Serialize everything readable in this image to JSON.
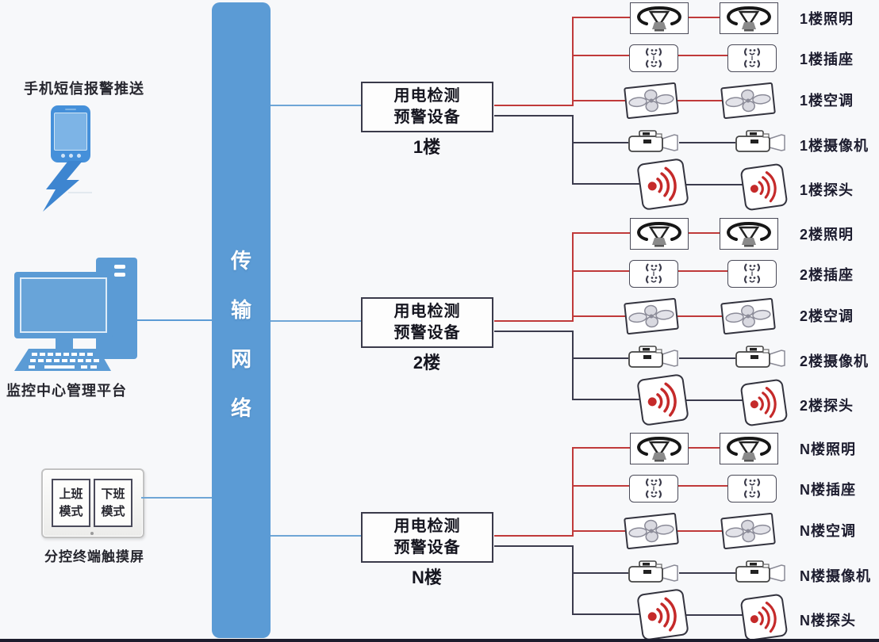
{
  "left_panel": {
    "phone_label": "手机短信报警推送",
    "computer_label": "监控中心管理平台",
    "touchscreen_label": "分控终端触摸屏",
    "touch_button_1": "上班\n模式",
    "touch_button_2": "下班\n模式"
  },
  "trunk": {
    "label": "传输网络",
    "label_chars": [
      "传",
      "输",
      "网",
      "络"
    ]
  },
  "floors": [
    {
      "box_line1": "用电检测",
      "box_line2": "预警设备",
      "floor_label": "1楼",
      "rows": [
        {
          "label": "1楼照明",
          "icon": "ceiling-light-icon"
        },
        {
          "label": "1楼插座",
          "icon": "socket-icon"
        },
        {
          "label": "1楼空调",
          "icon": "air-conditioner-fan-icon"
        },
        {
          "label": "1楼摄像机",
          "icon": "camera-icon"
        },
        {
          "label": "1楼探头",
          "icon": "detector-icon"
        }
      ]
    },
    {
      "box_line1": "用电检测",
      "box_line2": "预警设备",
      "floor_label": "2楼",
      "rows": [
        {
          "label": "2楼照明",
          "icon": "ceiling-light-icon"
        },
        {
          "label": "2楼插座",
          "icon": "socket-icon"
        },
        {
          "label": "2楼空调",
          "icon": "air-conditioner-fan-icon"
        },
        {
          "label": "2楼摄像机",
          "icon": "camera-icon"
        },
        {
          "label": "2楼探头",
          "icon": "detector-icon"
        }
      ]
    },
    {
      "box_line1": "用电检测",
      "box_line2": "预警设备",
      "floor_label": "N楼",
      "rows": [
        {
          "label": "N楼照明",
          "icon": "ceiling-light-icon"
        },
        {
          "label": "N楼插座",
          "icon": "socket-icon"
        },
        {
          "label": "N楼空调",
          "icon": "air-conditioner-fan-icon"
        },
        {
          "label": "N楼摄像机",
          "icon": "camera-icon"
        },
        {
          "label": "N楼探头",
          "icon": "detector-icon"
        }
      ]
    }
  ],
  "colors": {
    "network_bar_blue": "#5b9bd5",
    "power_line_red": "#c03a3a",
    "signal_line_dark": "#3b3b4d",
    "link_line_blue": "#6fa6d6",
    "detector_red": "#c52a2a"
  }
}
